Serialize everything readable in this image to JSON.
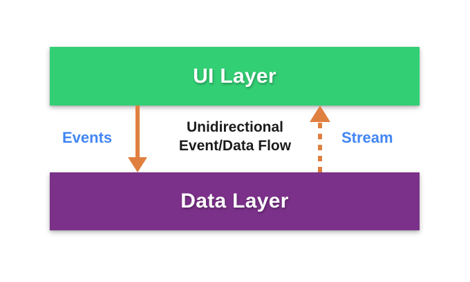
{
  "diagram": {
    "title": "Unidirectional Event/Data Flow between UI Layer and Data Layer",
    "background_color": "#ffffff",
    "layers": [
      {
        "id": "ui-layer",
        "label": "UI Layer",
        "color": "#32cf74",
        "text_color": "#ffffff",
        "position": "top"
      },
      {
        "id": "data-layer",
        "label": "Data Layer",
        "color": "#7b3189",
        "text_color": "#ffffff",
        "position": "bottom"
      }
    ],
    "flow": {
      "caption_line1": "Unidirectional",
      "caption_line2": "Event/Data Flow",
      "caption_color": "#1b1b1b",
      "arrow_color": "#e08040",
      "connectors": [
        {
          "id": "events",
          "label": "Events",
          "label_color": "#4285f4",
          "direction": "down",
          "from": "UI Layer",
          "to": "Data Layer",
          "line_style": "solid"
        },
        {
          "id": "stream",
          "label": "Stream",
          "label_color": "#4285f4",
          "direction": "up",
          "from": "Data Layer",
          "to": "UI Layer",
          "line_style": "dashed"
        }
      ]
    }
  }
}
